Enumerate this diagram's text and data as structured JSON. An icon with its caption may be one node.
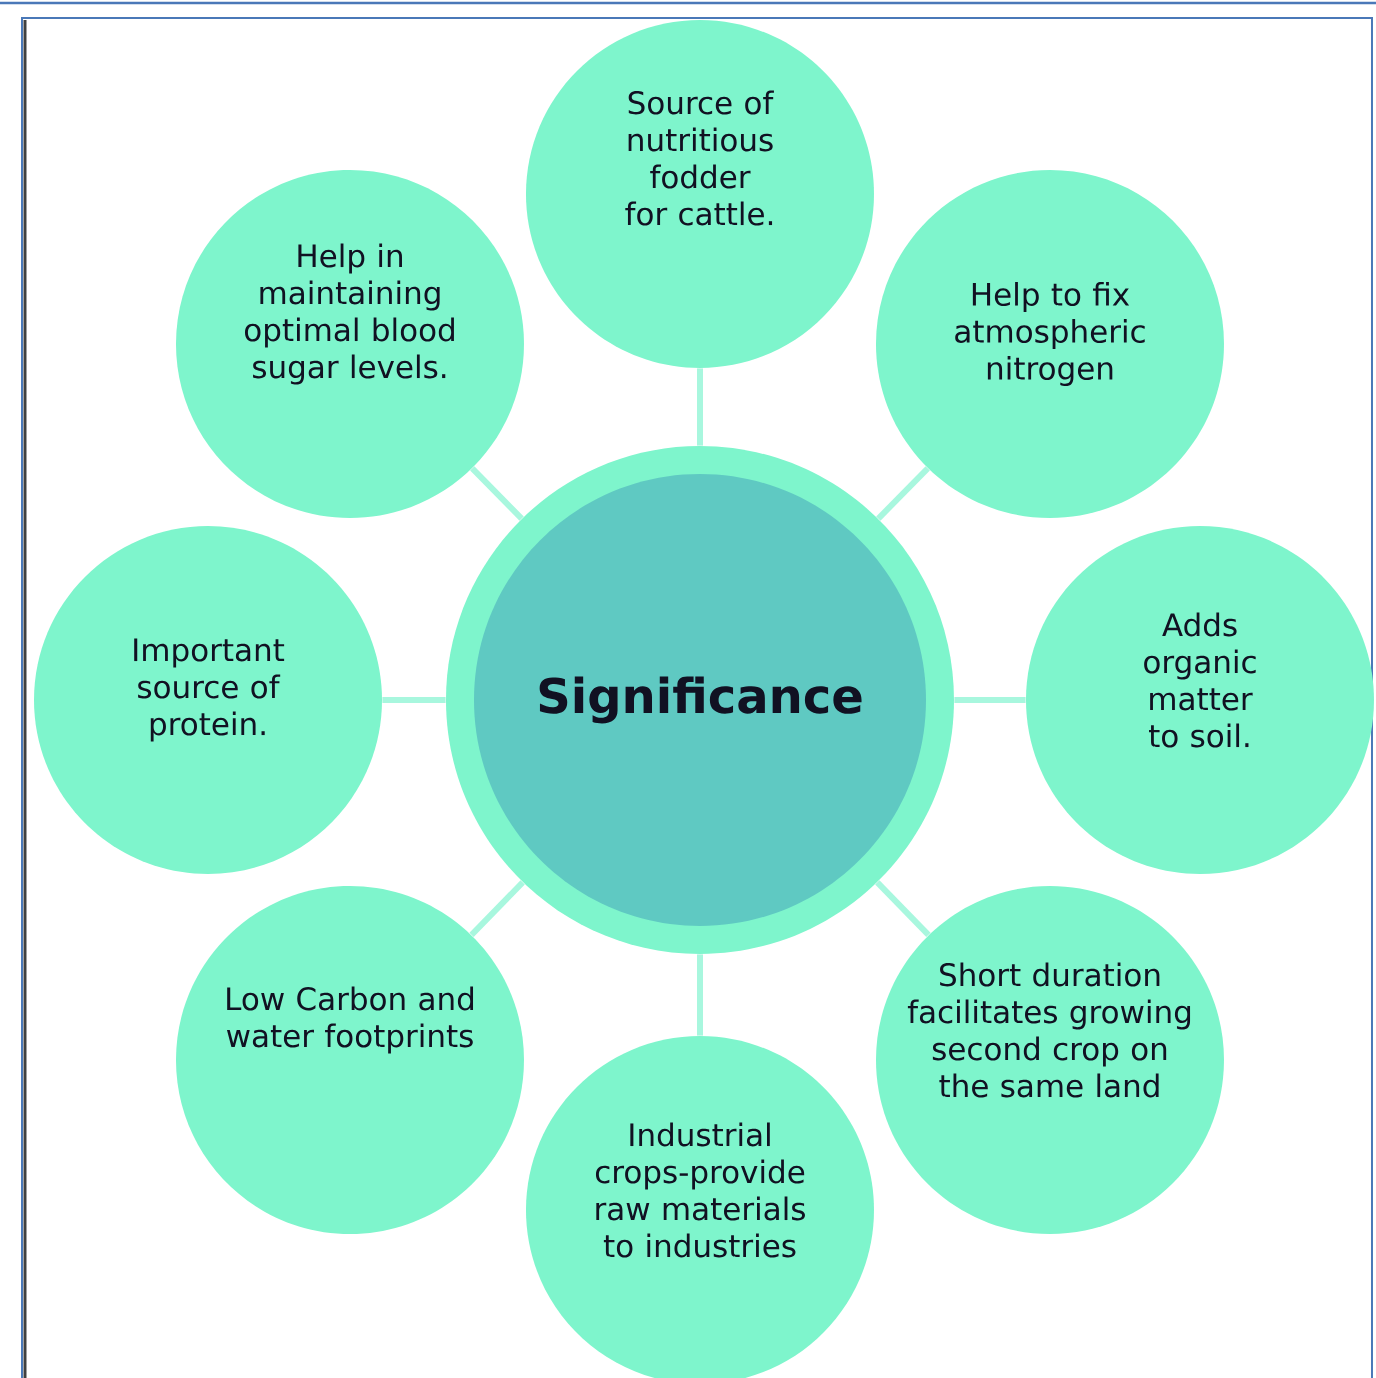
{
  "diagram": {
    "nodes": [
      {
        "text": [
          "Significance"
        ]
      },
      {
        "text": [
          "Source of nutritious fodder for cattle."
        ]
      },
      {
        "text": [
          "Help to fix atmospheric nitrogen"
        ]
      },
      {
        "text": [
          "Adds organic matter to soil."
        ]
      },
      {
        "text": [
          "Short duration facilitates growing second crop on the same land"
        ]
      },
      {
        "text": [
          "Industrial crops-provide raw materials to industries"
        ]
      },
      {
        "text": [
          "Low Carbon and water footprints"
        ]
      },
      {
        "text": [
          "Important source of protein."
        ]
      },
      {
        "text": [
          "Help in maintaining optimal blood sugar levels."
        ]
      }
    ],
    "edges": [
      {
        "from": 0,
        "to": 1,
        "arrow": "none"
      },
      {
        "from": 0,
        "to": 2,
        "arrow": "none"
      },
      {
        "from": 0,
        "to": 3,
        "arrow": "none"
      },
      {
        "from": 0,
        "to": 4,
        "arrow": "none"
      },
      {
        "from": 0,
        "to": 5,
        "arrow": "none"
      },
      {
        "from": 0,
        "to": 6,
        "arrow": "none"
      },
      {
        "from": 0,
        "to": 7,
        "arrow": "none"
      },
      {
        "from": 0,
        "to": 8,
        "arrow": "none"
      }
    ]
  }
}
